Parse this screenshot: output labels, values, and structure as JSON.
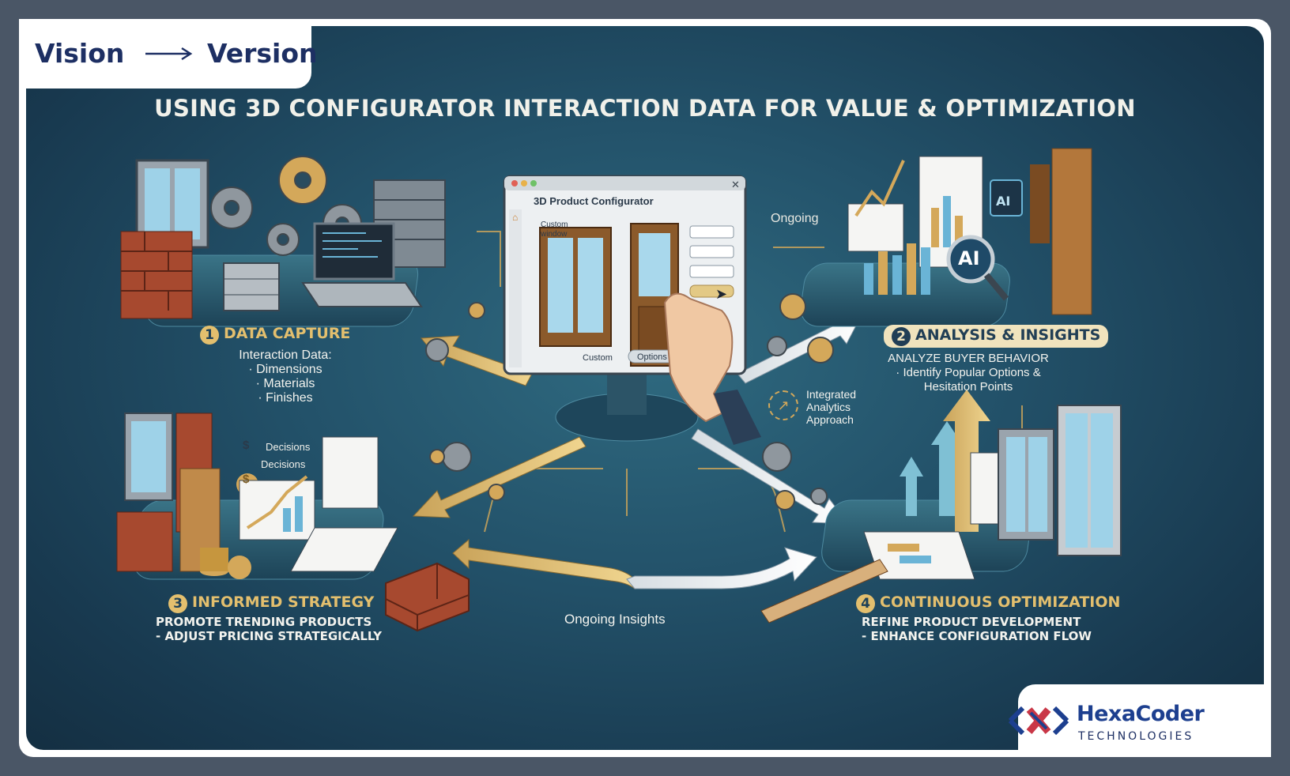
{
  "brand": {
    "left_word": "Vision",
    "right_word": "Version",
    "logo_name": "HexaCoder",
    "logo_sub": "TECHNOLOGIES"
  },
  "title": "USING 3D CONFIGURATOR INTERACTION DATA FOR VALUE & OPTIMIZATION",
  "configurator": {
    "window_title": "3D Product Configurator",
    "label_window": "Custom\nwindow",
    "label_custom": "Custom",
    "options_button": "Options"
  },
  "flow_labels": {
    "top": "Ongoing",
    "integrated": "Integrated\nAnalytics\nApproach",
    "bottom": "Ongoing Insights"
  },
  "sections": {
    "capture": {
      "num": "1",
      "title": "DATA CAPTURE",
      "body": "Interaction Data:\n· Dimensions\n· Materials\n· Finishes"
    },
    "analysis": {
      "num": "2",
      "title": "ANALYSIS & INSIGHTS",
      "body": "ANALYZE BUYER BEHAVIOR\n· Identify Popular Options &\nHesitation Points"
    },
    "strategy": {
      "num": "3",
      "title": "INFORMED STRATEGY",
      "body": "PROMOTE TRENDING PRODUCTS\n- ADJUST PRICING STRATEGICALLY",
      "tag1": "Decisions",
      "tag2": "Decisions"
    },
    "optimization": {
      "num": "4",
      "title": "CONTINUOUS OPTIMIZATION",
      "body": "REFINE PRODUCT DEVELOPMENT\n- ENHANCE CONFIGURATION FLOW"
    }
  },
  "ai_labels": {
    "chip": "AI",
    "lens": "AI"
  },
  "colors": {
    "accent_gold": "#e3bf6e",
    "panel_teal": "#23526a",
    "brand_navy": "#1d2f63"
  }
}
